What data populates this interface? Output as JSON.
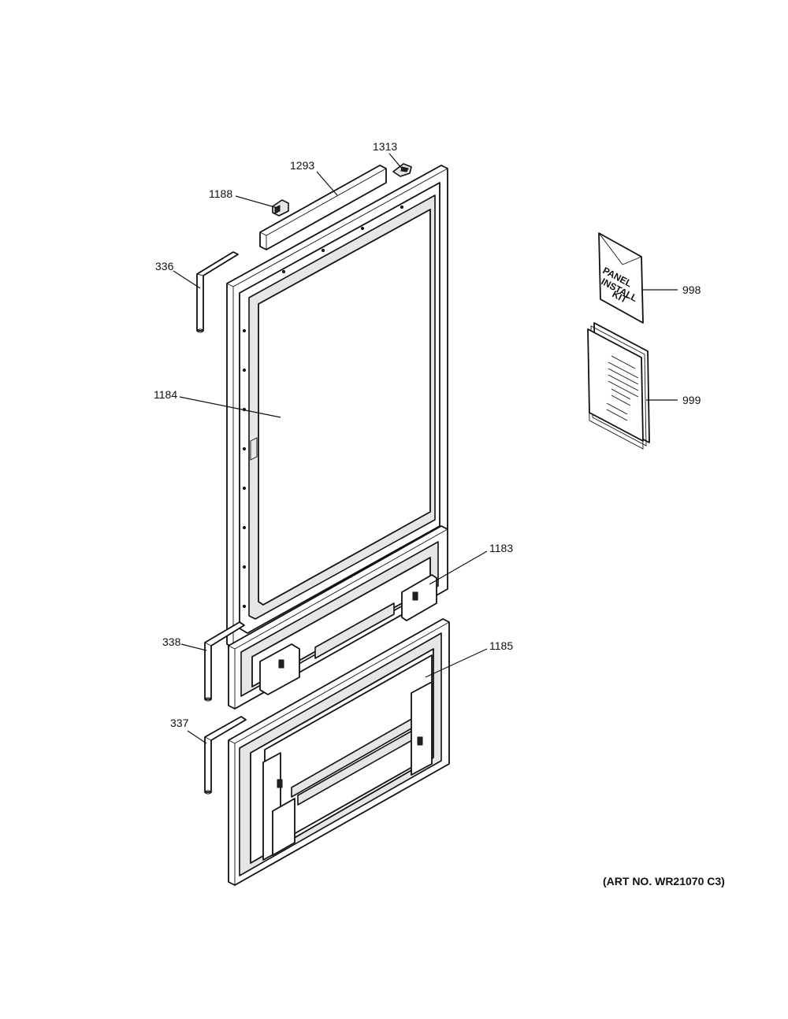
{
  "callouts": {
    "c1313": "1313",
    "c1293": "1293",
    "c1188": "1188",
    "c336": "336",
    "c1184": "1184",
    "c998": "998",
    "c999": "999",
    "c1183": "1183",
    "c338": "338",
    "c1185": "1185",
    "c337": "337"
  },
  "kit_label": {
    "line1": "PANEL",
    "line2": "INSTALL",
    "line3": "KIT"
  },
  "art_number": "(ART NO. WR21070 C3)"
}
